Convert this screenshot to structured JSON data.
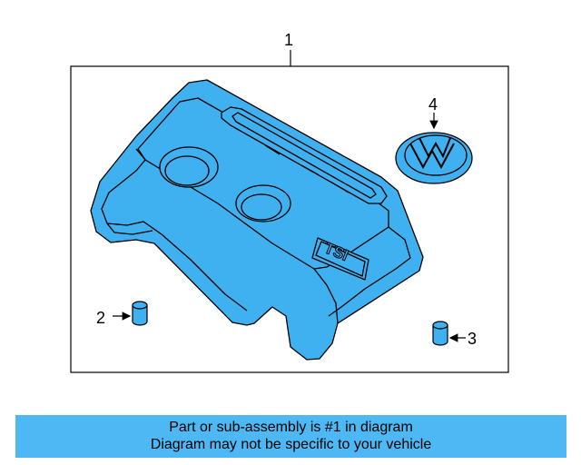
{
  "diagram": {
    "callouts": {
      "one": "1",
      "two": "2",
      "three": "3",
      "four": "4"
    },
    "engine_cover_badge_text": "TSI",
    "part_fill_color": "#3fb0f0",
    "outline_color": "#000000"
  },
  "banner": {
    "line1": "Part or sub-assembly is #1 in diagram",
    "line2": "Diagram may not be specific to your vehicle",
    "background_color": "#4db8f3"
  }
}
